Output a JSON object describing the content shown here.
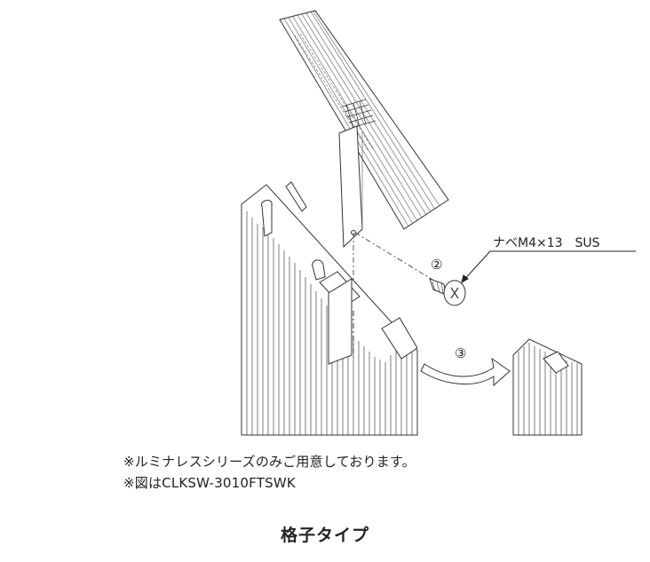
{
  "screw_label": "ナベM4×13　SUS",
  "step_2": "②",
  "step_3": "③",
  "notes": [
    "※ルミナレスシリーズのみご用意しております。",
    "※図はCLKSW-3010FTSWK"
  ],
  "caption": "格子タイプ"
}
